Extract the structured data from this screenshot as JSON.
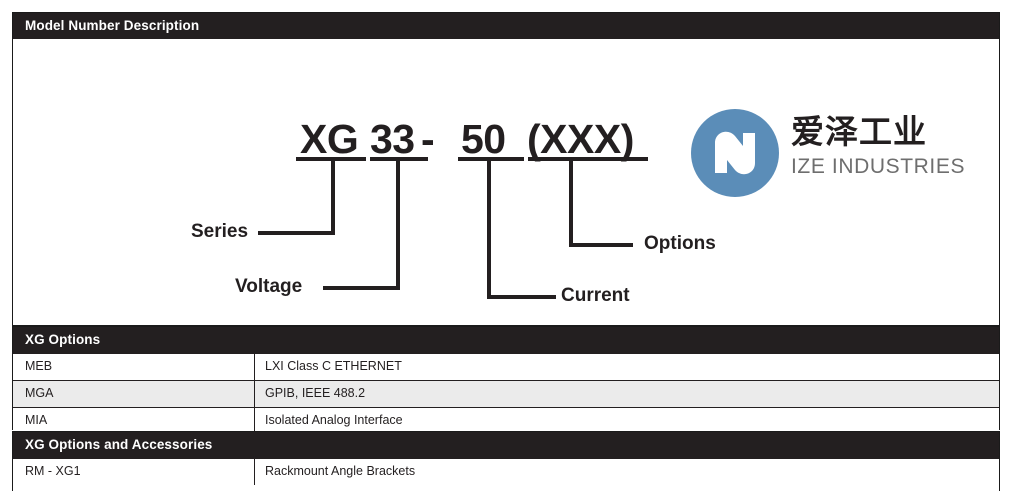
{
  "model_panel": {
    "header": "Model Number Description",
    "model_number": {
      "series": "XG",
      "voltage": "33",
      "separator": "-",
      "current": "50",
      "options": "(XXX)"
    },
    "callouts": {
      "series": "Series",
      "voltage": "Voltage",
      "current": "Current",
      "options": "Options"
    }
  },
  "logo": {
    "chinese_name": "爱泽工业",
    "english_name": "IZE INDUSTRIES",
    "mark_color": "#5b8db8",
    "mark_inner_color": "#ffffff",
    "text_color": "#231f20",
    "subtext_color": "#6e6e6e"
  },
  "options_table": {
    "header": "XG Options",
    "rows": [
      {
        "code": "MEB",
        "description": "LXI Class C ETHERNET"
      },
      {
        "code": "MGA",
        "description": "GPIB, IEEE 488.2"
      },
      {
        "code": "MIA",
        "description": "Isolated Analog Interface"
      }
    ]
  },
  "accessories_table": {
    "header": "XG Options and Accessories",
    "rows": [
      {
        "code": "RM - XG1",
        "description": "Rackmount Angle Brackets"
      }
    ]
  },
  "theme": {
    "header_bar_bg": "#231f20",
    "header_bar_text": "#ffffff",
    "border": "#1a1a1a",
    "alt_row_bg": "#ebebeb",
    "body_text": "#231f20"
  }
}
